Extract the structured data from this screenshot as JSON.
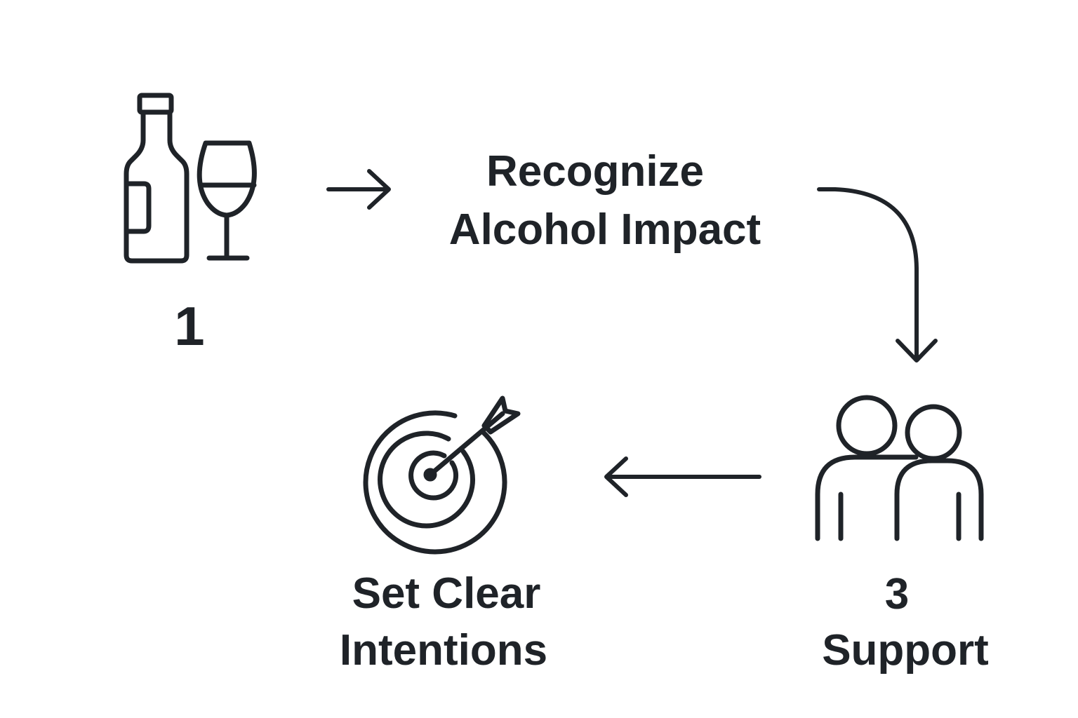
{
  "colors": {
    "ink": "#1f2328",
    "background": "#ffffff"
  },
  "steps": [
    {
      "number": "1",
      "icon": "bottle-and-wine-glass-icon"
    },
    {
      "title_lines": [
        "Recognize",
        "Alcohol Impact"
      ]
    },
    {
      "number": "3",
      "title_lines": [
        "Support"
      ],
      "icon": "two-people-icon"
    },
    {
      "title_lines": [
        "Set Clear",
        "Intentions"
      ],
      "icon": "target-with-arrow-icon"
    }
  ],
  "arrows": [
    {
      "name": "arrow-right",
      "from": "step-1",
      "to": "step-2"
    },
    {
      "name": "arrow-curved-down",
      "from": "step-2",
      "to": "step-3"
    },
    {
      "name": "arrow-left",
      "from": "step-3",
      "to": "step-4"
    }
  ]
}
